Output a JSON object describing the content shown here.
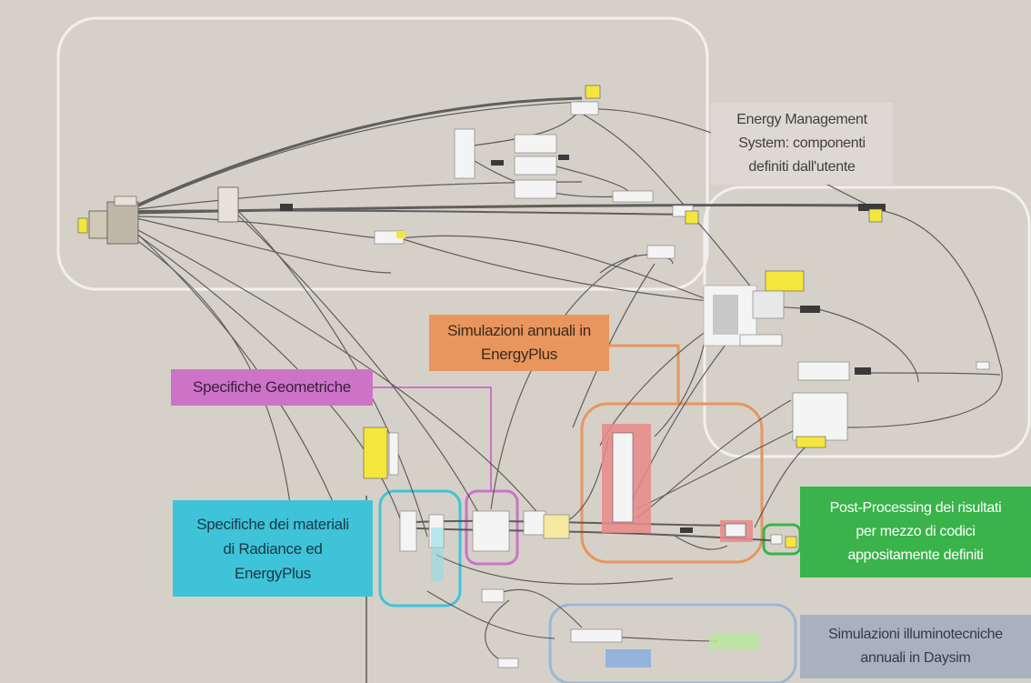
{
  "labels": {
    "ems": "Energy Management\nSystem: componenti\ndefiniti dall'utente",
    "energyplus": "Simulazioni annuali in\nEnergyPlus",
    "geometry": "Specifiche Geometriche",
    "materials": "Specifiche dei materiali\ndi Radiance ed\nEnergyPlus",
    "postprocessing": "Post-Processing dei risultati\nper mezzo di codici\nappositamente definiti",
    "daysim": "Simulazioni illuminotecniche\nannuali in Daysim"
  },
  "colors": {
    "background": "#d6d1c8",
    "group_outline_white": "#f2f0ec",
    "wires": "#4a4a4a",
    "component": "#f4f4f4",
    "slider_yellow": "#f5e63c",
    "energyplus_orange": "#e8955e",
    "geometry_magenta": "#cc73c8",
    "materials_cyan": "#3fc3d8",
    "post_green": "#39b34a",
    "daysim_blue": "#9ab8d8",
    "highlight_red": "#e88a8a"
  }
}
